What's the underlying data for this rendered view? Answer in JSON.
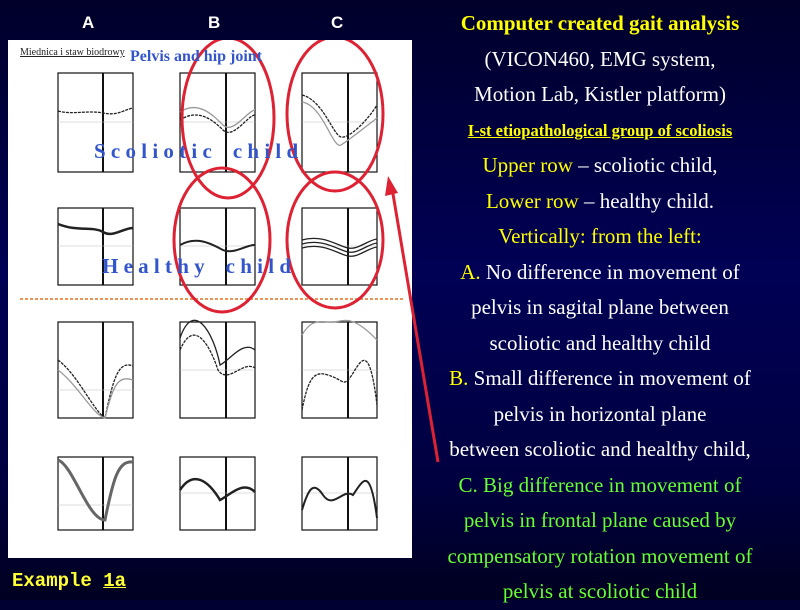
{
  "column_letters": [
    "A",
    "B",
    "C"
  ],
  "panel": {
    "caption": "Miednica i staw biodrowy",
    "overlay_title": "Pelvis and hip joint",
    "upper_label": "S c o l i o t i c    c h i l d",
    "lower_label": "H e a l t h y    c h i l d"
  },
  "text": {
    "title": "Computer created gait analysis",
    "line2": "(VICON460, EMG system,",
    "line3": "Motion Lab, Kistler platform)",
    "group": "I-st etiopathological group of scoliosis",
    "upper_row_key": "Upper row",
    "upper_row_val": " – scoliotic child,",
    "lower_row_key": "Lower row",
    "lower_row_val": " – healthy child.",
    "vertically": "Vertically: from the left:",
    "a_key": "A.",
    "a_1": " No difference in movement of",
    "a_2": "pelvis in sagital plane between",
    "a_3": "scoliotic and healthy child",
    "b_key": "B.",
    "b_1": " Small difference in movement of",
    "b_2": "pelvis in horizontal plane",
    "b_3": "between scoliotic and healthy child,",
    "c_1": "C. Big difference in movement of",
    "c_2": "pelvis in frontal plane caused by",
    "c_3": "compensatory rotation movement of",
    "c_4": "pelvis at scoliotic child"
  },
  "footer": {
    "prefix": "Example ",
    "link": "1a"
  },
  "colors": {
    "background": "#000033",
    "yellow": "#ffff00",
    "green": "#66ff33",
    "circle": "#dd2233"
  }
}
